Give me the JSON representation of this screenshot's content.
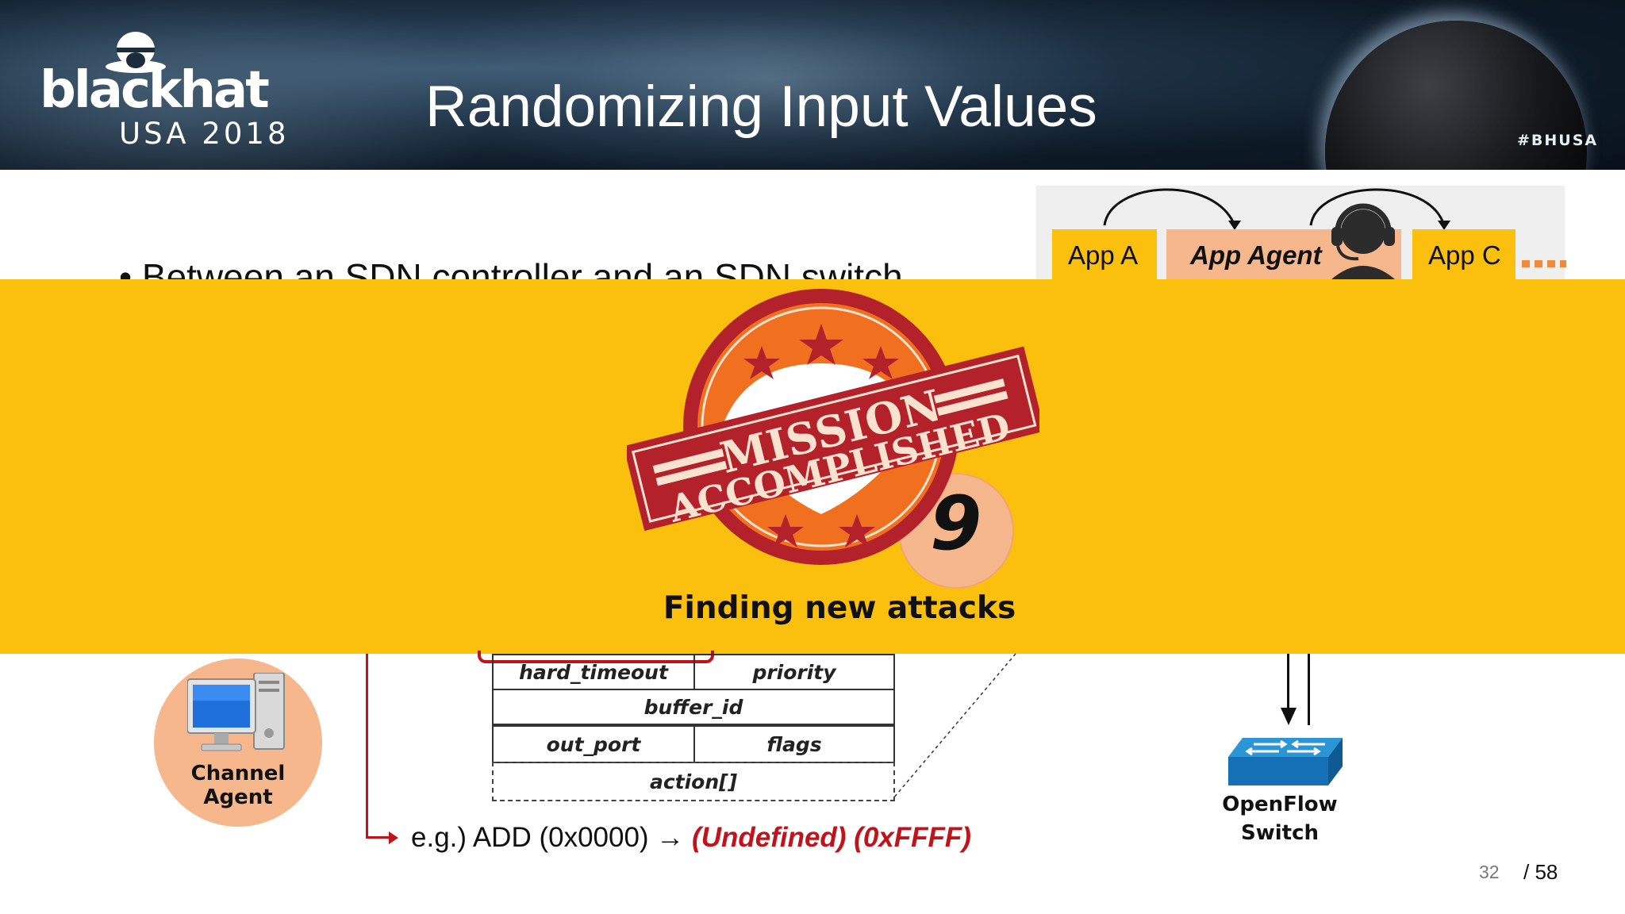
{
  "header": {
    "logo_main": "blackhat",
    "logo_sub": "USA 2018",
    "title": "Randomizing Input Values",
    "hashtag": "#BHUSA"
  },
  "slide": {
    "bullet": "• Between an SDN controller and an SDN switch",
    "apps": {
      "app_a": "App A",
      "app_agent": "App Agent",
      "app_c": "App C"
    },
    "banner": {
      "stamp_text_1": "MISSION",
      "stamp_text_2": "ACCOMPLISHED",
      "step_number": "9",
      "caption": "Finding new attacks"
    },
    "channel_agent": "Channel Agent",
    "table": {
      "hard_timeout": "hard_timeout",
      "priority": "priority",
      "buffer_id": "buffer_id",
      "out_port": "out_port",
      "flags": "flags",
      "action": "action[]"
    },
    "example": {
      "prefix": "e.g.) ADD (0x0000) → ",
      "undefined": "(Undefined) (0xFFFF)"
    },
    "switch_label": {
      "line1": "OpenFlow",
      "line2": "Switch"
    },
    "page": {
      "current": "32",
      "total": "/ 58"
    }
  },
  "colors": {
    "banner": "#fbbf0e",
    "peach": "#f5b78b",
    "accent_red": "#c0141c",
    "stamp_red": "#b3212b",
    "stamp_orange": "#f07020"
  }
}
